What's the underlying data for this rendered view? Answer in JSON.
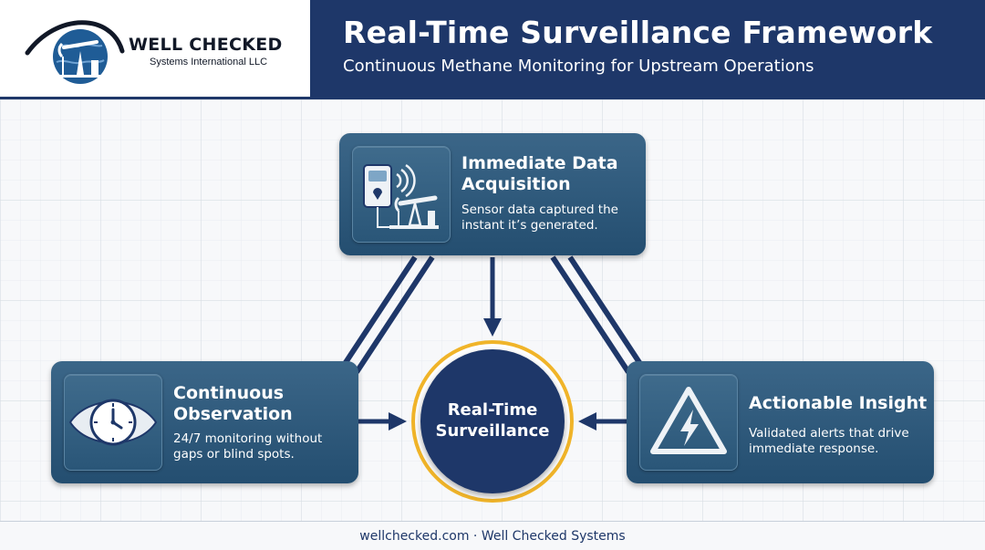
{
  "header": {
    "brand_name": "WELL CHECKED",
    "brand_subtitle": "Systems International LLC",
    "title": "Real-Time Surveillance Framework",
    "subtitle": "Continuous Methane Monitoring for Upstream Operations"
  },
  "nodes": {
    "top": {
      "title_line1": "Immediate Data",
      "title_line2": "Acquisition",
      "desc_line1": "Sensor data captured the",
      "desc_line2": "instant it’s generated.",
      "icon": "sensor-pumpjack-icon"
    },
    "left": {
      "title_line1": "Continuous",
      "title_line2": "Observation",
      "desc_line1": "24/7 monitoring without",
      "desc_line2": "gaps or blind spots.",
      "icon": "eye-clock-icon"
    },
    "right": {
      "title": "Actionable Insight",
      "desc_line1": "Validated alerts that drive",
      "desc_line2": "immediate response.",
      "icon": "warning-lightning-icon"
    }
  },
  "hub": {
    "line1": "Real-Time",
    "line2": "Surveillance"
  },
  "footer": {
    "text": "wellchecked.com · Well Checked Systems"
  },
  "colors": {
    "navy": "#1e3769",
    "card": "#2f5a7c",
    "hub_ring": "#f0b429",
    "background": "#f7f8fa"
  }
}
